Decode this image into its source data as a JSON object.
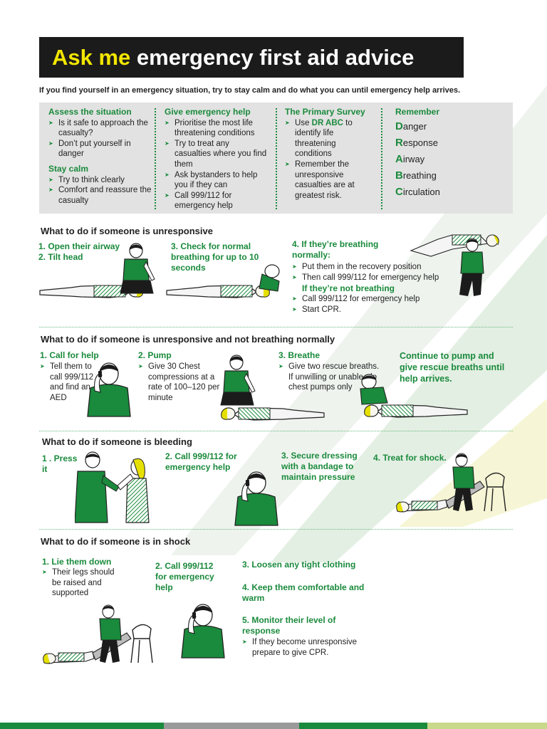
{
  "banner": {
    "title_highlight": "Ask me",
    "title_rest": " emergency first aid advice"
  },
  "intro": "If you find yourself in an emergency situation, try to stay calm and do what you can until emergency help arrives.",
  "panel": {
    "assess": {
      "heading": "Assess the situation",
      "items": [
        "Is it safe to approach the casualty?",
        "Don’t put yourself in danger"
      ]
    },
    "calm": {
      "heading": "Stay calm",
      "items": [
        "Try to think clearly",
        "Comfort and reassure the casualty"
      ]
    },
    "give_help": {
      "heading": "Give emergency help",
      "items": [
        "Prioritise the most life threatening conditions",
        "Try to treat any casualties where you find them",
        "Ask bystanders to help you if they can",
        "Call 999/112 for emergency help"
      ]
    },
    "survey": {
      "heading": "The Primary Survey",
      "item1_pre": "Use ",
      "item1_em": "DR ABC",
      "item1_post": " to identify life threatening conditions",
      "item2": "Remember the unresponsive casualties are at greatest risk."
    },
    "remember": {
      "heading": "Remember",
      "words": [
        {
          "letter": "D",
          "rest": "anger"
        },
        {
          "letter": "R",
          "rest": "esponse"
        },
        {
          "letter": "A",
          "rest": "irway"
        },
        {
          "letter": "B",
          "rest": "reathing"
        },
        {
          "letter": "C",
          "rest": "irculation"
        }
      ]
    }
  },
  "unresponsive": {
    "heading": "What to do if someone is unresponsive",
    "step1": "1. Open their airway",
    "step2": "2. Tilt head",
    "step3": "3. Check for normal breathing for up to 10 seconds",
    "step4": "4. If they’re breathing normally:",
    "step4_items": [
      "Put them in the recovery position",
      "Then call 999/112 for emergency help"
    ],
    "not_breathing": "If they’re not breathing",
    "not_breathing_items": [
      "Call 999/112 for emergency help",
      "Start CPR."
    ]
  },
  "not_breathing": {
    "heading": "What to do if someone is unresponsive and not breathing normally",
    "step1": "1. Call for help",
    "step1_items": [
      "Tell them to call 999/112 and find an AED"
    ],
    "step2": "2. Pump",
    "step2_items": [
      "Give 30 Chest compressions at a rate of 100–120 per minute"
    ],
    "step3": "3. Breathe",
    "step3_items": [
      "Give two rescue breaths. If unwilling or unable, do chest pumps only"
    ],
    "continue": "Continue to pump and give rescue breaths until help arrives."
  },
  "bleeding": {
    "heading": "What to do if someone is bleeding",
    "step1": "1 . Press it",
    "step2": "2. Call 999/112 for emergency help",
    "step3": "3. Secure dressing with a bandage to maintain pressure",
    "step4": "4. Treat for shock."
  },
  "shock": {
    "heading": "What to do if someone is in shock",
    "step1": "1. Lie them down",
    "step1_items": [
      "Their legs should be raised and supported"
    ],
    "step2": "2. Call 999/112 for emergency help",
    "step3": "3. Loosen any tight clothing",
    "step4": "4. Keep them comfortable and warm",
    "step5": "5. Monitor their level of response",
    "step5_items": [
      "If they become unresponsive prepare to give CPR."
    ]
  },
  "colors": {
    "accent": "#1a8a3c",
    "banner_bg": "#1b1b1b",
    "highlight": "#f2e600",
    "panel_bg": "#e2e2e2"
  }
}
